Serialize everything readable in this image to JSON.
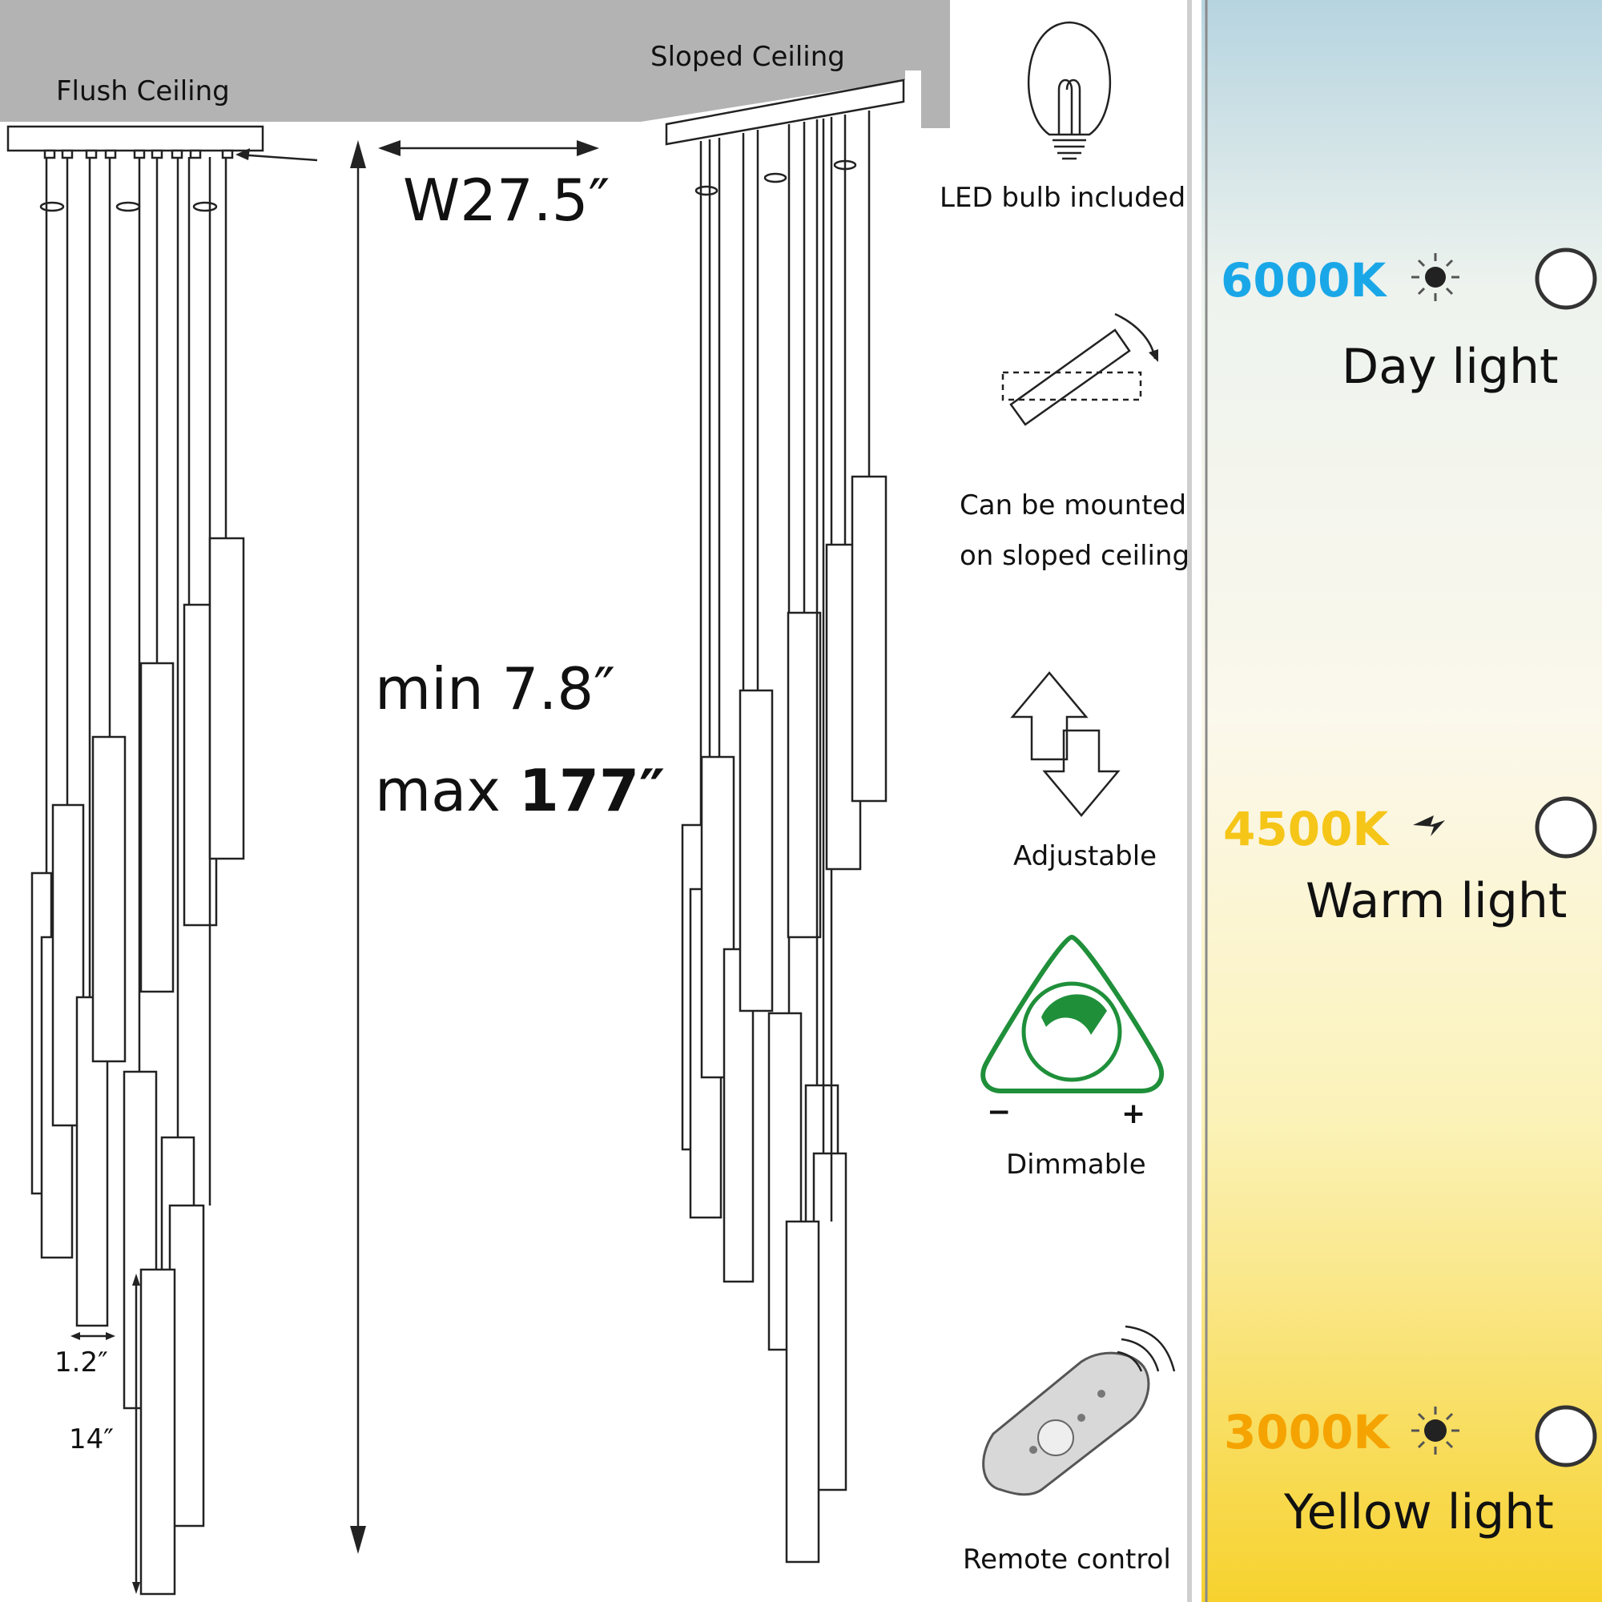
{
  "left_diagram": {
    "flush_label": "Flush Ceiling",
    "sloped_label": "Sloped Ceiling",
    "width_label": "W27.5″",
    "min_label": "min 7.8″",
    "max_prefix": "max ",
    "max_value": "177″",
    "tube_diameter": "1.2″",
    "tube_length": "14″"
  },
  "features": [
    {
      "icon": "light-bulb-icon",
      "label": "LED bulb included"
    },
    {
      "icon": "tilt-mount-icon",
      "label_line1": "Can be mounted",
      "label_line2": "on sloped ceiling"
    },
    {
      "icon": "adjust-arrows-icon",
      "label": "Adjustable"
    },
    {
      "icon": "dimmer-icon",
      "label": "Dimmable",
      "minus": "−",
      "plus": "+"
    },
    {
      "icon": "remote-control-icon",
      "label": "Remote  control"
    }
  ],
  "color_temps": [
    {
      "kelvin": "6000K",
      "name": "Day light",
      "color": "#1aa7e8"
    },
    {
      "kelvin": "4500K",
      "name": "Warm light",
      "color": "#f5c518"
    },
    {
      "kelvin": "3000K",
      "name": "Yellow light",
      "color": "#f5a300"
    }
  ],
  "colors": {
    "ceiling": "#b3b3b3",
    "dimmer_green": "#1f8f3a",
    "gradient_top": "#b8d6e2",
    "gradient_mid": "#fbf7e8",
    "gradient_bottom": "#f7d531"
  }
}
